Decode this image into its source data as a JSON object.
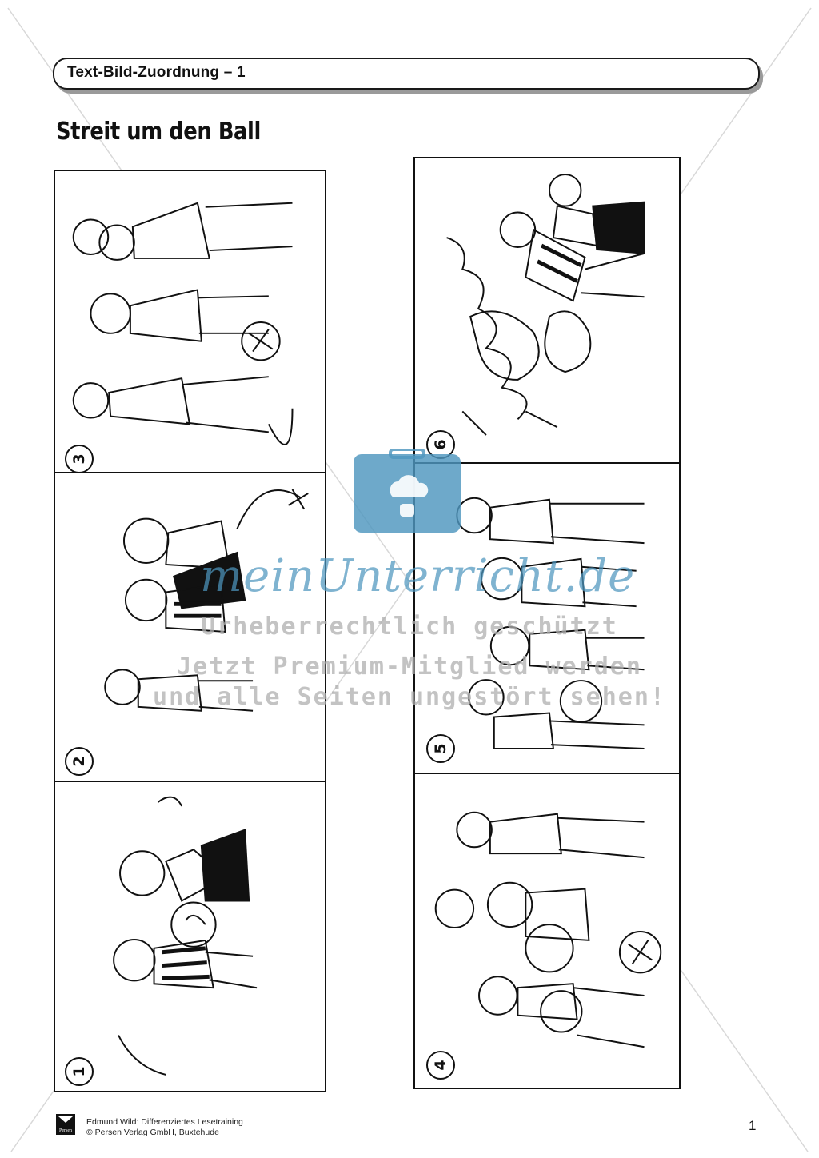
{
  "header": {
    "title": "Text-Bild-Zuordnung – 1"
  },
  "page": {
    "title": "Streit um den Ball"
  },
  "panels": {
    "p1": {
      "number": "1"
    },
    "p2": {
      "number": "2"
    },
    "p3": {
      "number": "3"
    },
    "p4": {
      "number": "4"
    },
    "p5": {
      "number": "5"
    },
    "p6": {
      "number": "6"
    }
  },
  "watermark": {
    "logo": "meinUnterricht.de",
    "line1": "Urheberrechtlich geschützt",
    "line2": "Jetzt Premium-Mitglied werden",
    "line3": "und alle Seiten ungestört sehen!",
    "accent_color": "#4e96be"
  },
  "footer": {
    "publisher_logo": "Persen",
    "line1": "Edmund Wild: Differenziertes Lesetraining",
    "line2": "© Persen Verlag GmbH, Buxtehude",
    "page_number": "1"
  }
}
